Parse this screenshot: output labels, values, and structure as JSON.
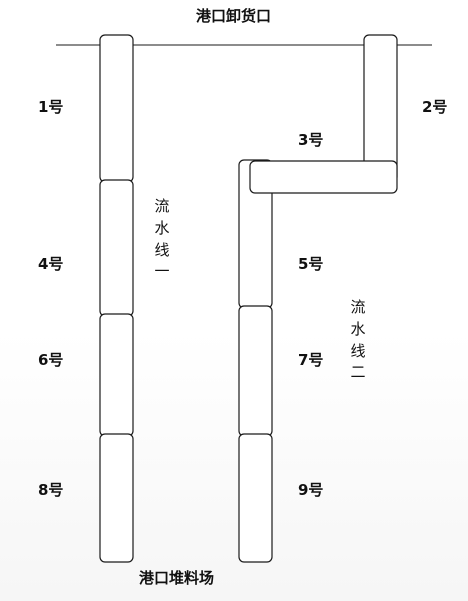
{
  "diagram": {
    "top_label": "港口卸货口",
    "bottom_label": "港口堆料场",
    "lines": [
      {
        "id": "line1",
        "label": "流水线一"
      },
      {
        "id": "line2",
        "label": "流水线二"
      }
    ],
    "stations": [
      "1号",
      "2号",
      "3号",
      "4号",
      "5号",
      "6号",
      "7号",
      "8号",
      "9号"
    ]
  }
}
